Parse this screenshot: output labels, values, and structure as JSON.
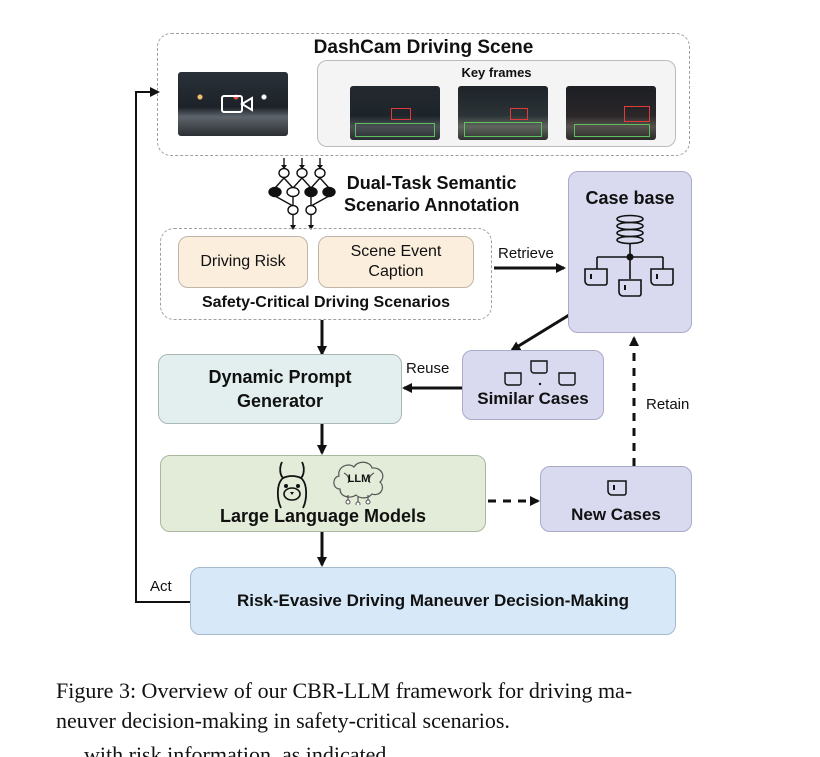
{
  "dashcam": {
    "title": "DashCam Driving Scene",
    "keyframes_label": "Key frames"
  },
  "annotation": {
    "line1": "Dual-Task Semantic",
    "line2": "Scenario Annotation"
  },
  "scenarios": {
    "risk_label": "Driving Risk",
    "caption_line1": "Scene Event",
    "caption_line2": "Caption",
    "title": "Safety-Critical Driving Scenarios"
  },
  "case_base": {
    "title": "Case base"
  },
  "retrieve_label": "Retrieve",
  "reuse_label": "Reuse",
  "retain_label": "Retain",
  "act_label": "Act",
  "similar_cases": {
    "title": "Similar Cases"
  },
  "prompt_gen": {
    "line1": "Dynamic Prompt",
    "line2": "Generator"
  },
  "llm": {
    "title": "Large Language Models",
    "badge": "LLM"
  },
  "new_cases": {
    "title": "New Cases"
  },
  "decision": {
    "title": "Risk-Evasive Driving Maneuver Decision-Making"
  },
  "figure_caption": {
    "line1": "Figure 3: Overview of our CBR-LLM framework for driving ma-",
    "line2": "neuver decision-making in safety-critical scenarios."
  },
  "bottom_line": "with risk information, as indicated, ...",
  "colors": {
    "case_purple": "#d9daf0",
    "prompt_teal": "#e3efee",
    "llm_green": "#e3ecd8",
    "decision_blue": "#d7e9f8",
    "scenario_peach": "#fbeedd"
  }
}
